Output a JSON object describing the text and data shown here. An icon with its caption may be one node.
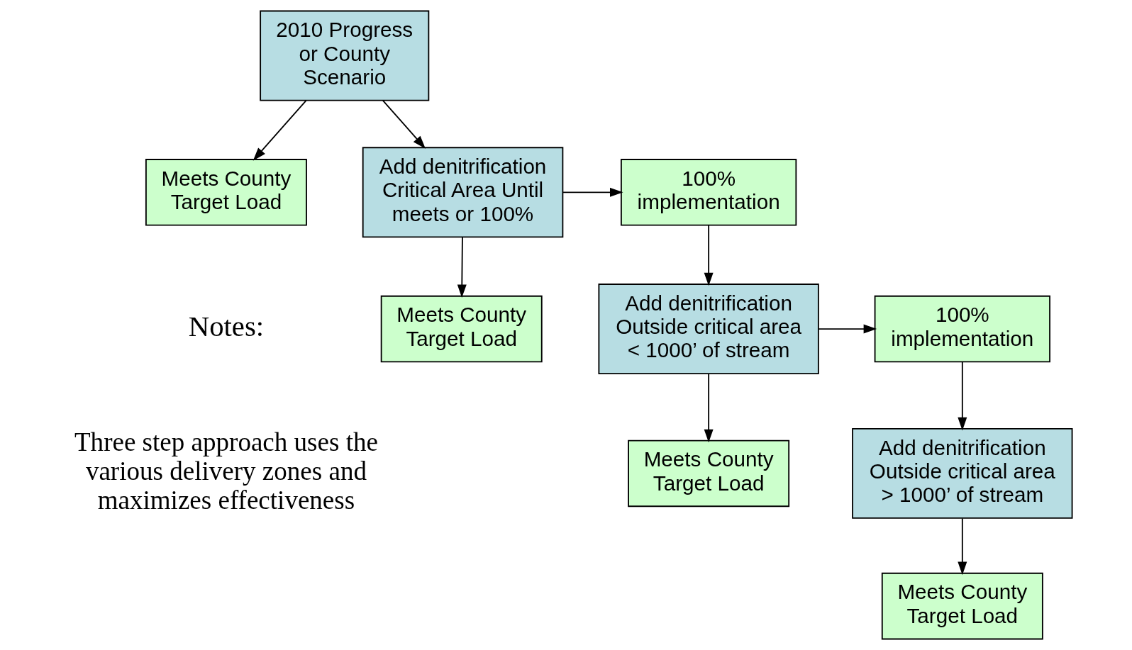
{
  "diagram": {
    "nodes": [
      {
        "text": [
          "2010 Progress or County Scenario"
        ]
      },
      {
        "text": [
          "Meets County Target Load"
        ]
      },
      {
        "text": [
          "Add denitrification Critical Area Until meets or 100%"
        ]
      },
      {
        "text": [
          "Meets County Target Load"
        ]
      },
      {
        "text": [
          "100% implementation"
        ]
      },
      {
        "text": [
          "Add denitrification Outside critical area < 1000’ of stream"
        ]
      },
      {
        "text": [
          "Meets County Target Load"
        ]
      },
      {
        "text": [
          "100% implementation"
        ]
      },
      {
        "text": [
          "Add denitrification Outside critical area > 1000’ of stream"
        ]
      },
      {
        "text": [
          "Meets County Target Load"
        ]
      }
    ],
    "edges": [
      {
        "from": 0,
        "to": 1,
        "arrow": "to"
      },
      {
        "from": 0,
        "to": 2,
        "arrow": "to"
      },
      {
        "from": 2,
        "to": 4,
        "arrow": "to"
      },
      {
        "from": 2,
        "to": 3,
        "arrow": "to"
      },
      {
        "from": 4,
        "to": 5,
        "arrow": "to"
      },
      {
        "from": 5,
        "to": 7,
        "arrow": "to"
      },
      {
        "from": 5,
        "to": 6,
        "arrow": "to"
      },
      {
        "from": 7,
        "to": 8,
        "arrow": "to"
      },
      {
        "from": 8,
        "to": 9,
        "arrow": "to"
      }
    ],
    "labels": [
      "Notes:",
      "Three step approach uses the various delivery zones and maximizes effectiveness"
    ]
  }
}
